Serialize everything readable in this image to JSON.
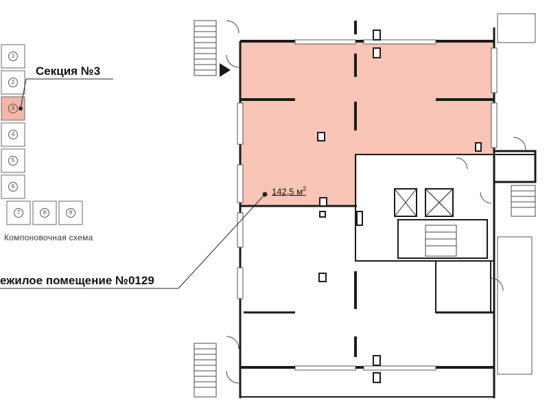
{
  "key_plan": {
    "caption": "Компоновочная схема",
    "cells_vertical": [
      "1",
      "2",
      "3",
      "4",
      "5",
      "6"
    ],
    "cells_horizontal": [
      "7",
      "8",
      "9"
    ],
    "highlighted_cell": "3",
    "highlight_color": "#f4b6a6"
  },
  "labels": {
    "section": "Секция №3",
    "premises": "ежилое помещение №0129",
    "area_value": "142,5 м",
    "area_unit_sup": "2"
  },
  "colors": {
    "room_fill": "#f7c4b6",
    "room_stroke": "#c0392b",
    "wall": "#1a1a1a",
    "thin_line": "#555555"
  }
}
